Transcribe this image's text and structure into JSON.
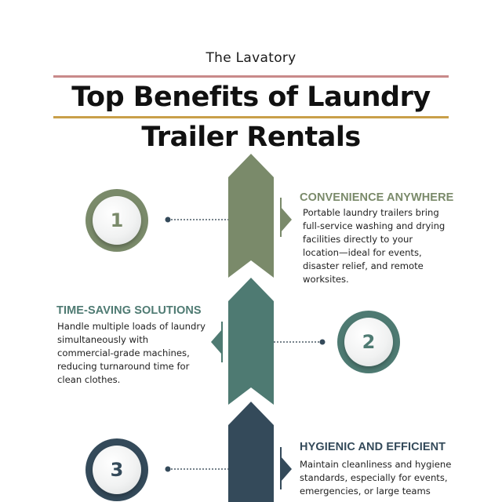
{
  "brand": "The Lavatory",
  "title": {
    "line1": "Top Benefits of Laundry",
    "line2": "Trailer Rentals"
  },
  "colors": {
    "rule_top": "#c98a8a",
    "rule_bottom": "#c9a04a",
    "step1": "#7a8a6a",
    "step2": "#4e7a72",
    "step3": "#344a5a"
  },
  "steps": [
    {
      "number": "1",
      "heading": "CONVENIENCE ANYWHERE",
      "lines": [
        "Portable laundry trailers bring",
        "full-service washing and drying",
        "facilities directly to your",
        "location—ideal for events,",
        "disaster relief, and remote",
        "worksites."
      ]
    },
    {
      "number": "2",
      "heading": "TIME-SAVING SOLUTIONS",
      "lines": [
        "Handle multiple loads of laundry",
        "simultaneously with",
        "commercial-grade machines,",
        "reducing turnaround time for",
        "clean clothes."
      ]
    },
    {
      "number": "3",
      "heading": "HYGIENIC AND EFFICIENT",
      "lines": [
        "Maintain cleanliness and hygiene",
        "standards, especially for events,",
        "emergencies, or large teams"
      ]
    }
  ]
}
